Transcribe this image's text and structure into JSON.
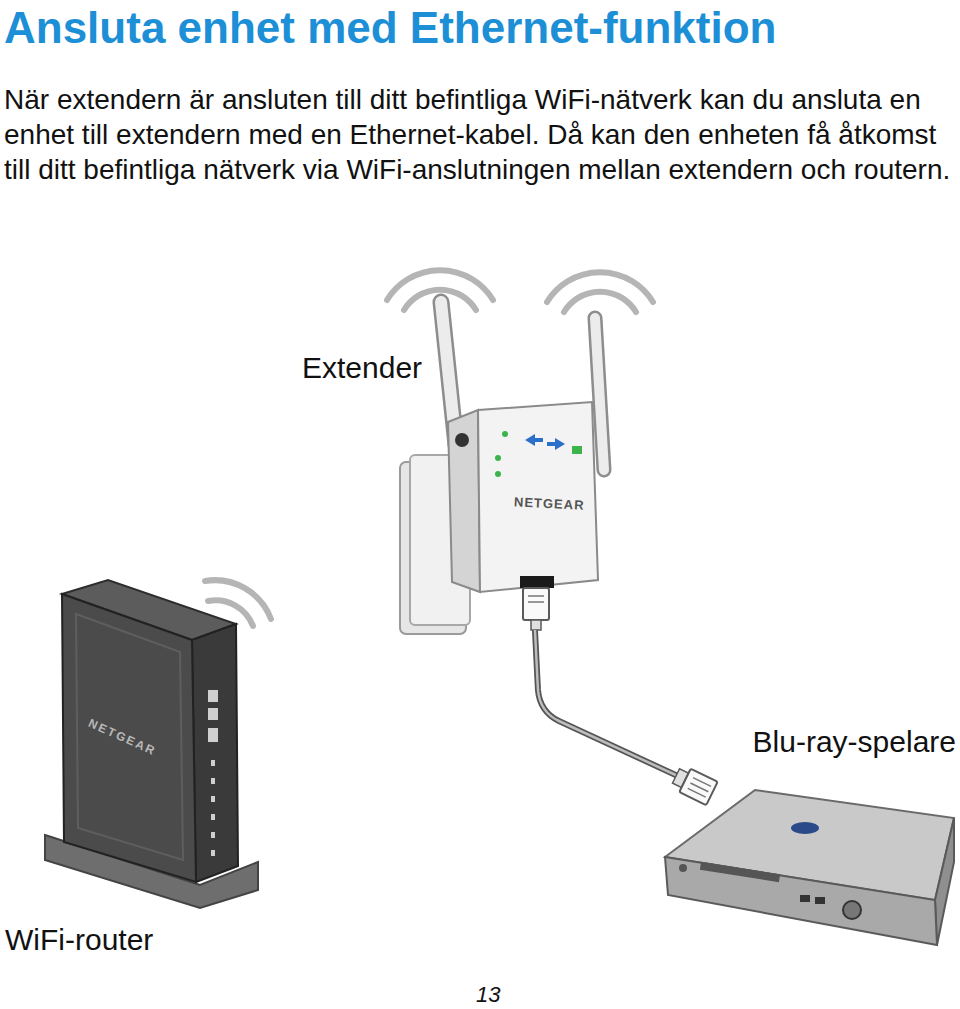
{
  "diagram": {
    "title": "Ansluta enhet med Ethernet-funktion",
    "nodes": [
      {
        "text": [
          "Extender"
        ]
      },
      {
        "text": [
          "WiFi-router"
        ]
      },
      {
        "text": [
          "Blu-ray-spelare"
        ]
      }
    ],
    "edges": [
      {
        "from": 0,
        "to": 2,
        "arrow": "none"
      }
    ],
    "labels": [
      "När extendern är ansluten till ditt befintliga WiFi-nätverk kan du ansluta en enhet till extendern med en Ethernet-kabel. Då kan den enheten få åtkomst till ditt befintliga nätverk via WiFi-anslutningen mellan extendern och routern.",
      "NETGEAR",
      "NETGEAR",
      "13"
    ]
  }
}
